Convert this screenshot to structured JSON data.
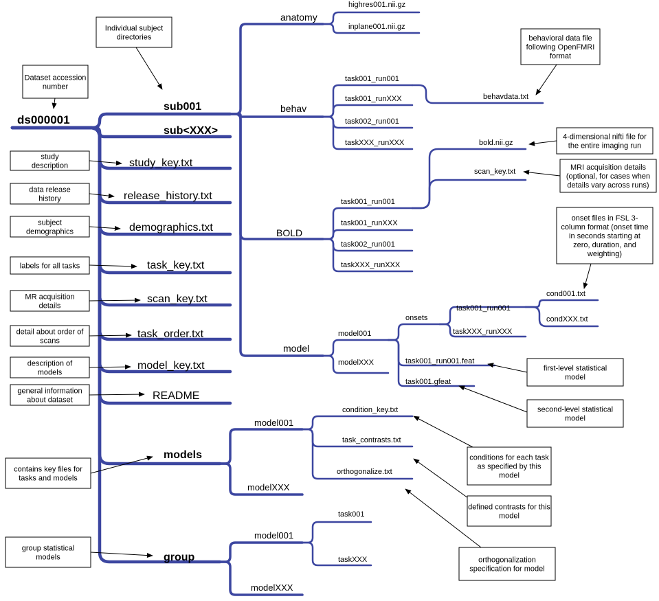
{
  "nodes": {
    "root": "ds000001",
    "sub001": "sub001",
    "subxxx": "sub<XXX>",
    "study_key": "study_key.txt",
    "release_history": "release_history.txt",
    "demographics": "demographics.txt",
    "task_key": "task_key.txt",
    "scan_key": "scan_key.txt",
    "task_order": "task_order.txt",
    "model_key": "model_key.txt",
    "readme": "README",
    "models": "models",
    "group": "group",
    "anatomy": "anatomy",
    "highres": "highres001.nii.gz",
    "inplane": "inplane001.nii.gz",
    "behav": "behav",
    "behav_t1r1": "task001_run001",
    "behav_t1rx": "task001_runXXX",
    "behav_t2r1": "task002_run001",
    "behav_txrx": "taskXXX_runXXX",
    "behavdata": "behavdata.txt",
    "bold": "BOLD",
    "bold_t1r1": "task001_run001",
    "bold_t1rx": "task001_runXXX",
    "bold_t2r1": "task002_run001",
    "bold_txrx": "taskXXX_runXXX",
    "bold_nii": "bold.nii.gz",
    "bold_scan_key": "scan_key.txt",
    "model": "model",
    "model001": "model001",
    "modelxxx": "modelXXX",
    "onsets": "onsets",
    "onsets_t1r1": "task001_run001",
    "onsets_txrx": "taskXXX_runXXX",
    "cond001": "cond001.txt",
    "condxxx": "condXXX.txt",
    "feat": "task001_run001.feat",
    "gfeat": "task001.gfeat",
    "models_model001": "model001",
    "models_modelxxx": "modelXXX",
    "condition_key": "condition_key.txt",
    "task_contrasts": "task_contrasts.txt",
    "orthogonalize": "orthogonalize.txt",
    "group_model001": "model001",
    "group_modelxxx": "modelXXX",
    "group_task001": "task001",
    "group_taskxxx": "taskXXX"
  },
  "callouts": {
    "individual_subjects": [
      "Individual subject",
      "directories"
    ],
    "accession": [
      "Dataset accession",
      "number"
    ],
    "study_desc": [
      "study",
      "description"
    ],
    "release_hist": [
      "data release",
      "history"
    ],
    "subject_demo": [
      "subject",
      "demographics"
    ],
    "labels_tasks": [
      "labels for all tasks"
    ],
    "mr_acq": [
      "MR acquisition",
      "details"
    ],
    "order_scans": [
      "detail about order of",
      "scans"
    ],
    "desc_models": [
      "description of",
      "models"
    ],
    "general_info": [
      "general information",
      "about dataset"
    ],
    "key_files": [
      "contains key files for",
      "tasks and models"
    ],
    "group_stats": [
      "group statistical",
      "models"
    ],
    "behav_file": [
      "behavioral data file",
      "following OpenFMRI",
      "format"
    ],
    "nifti_4d": [
      "4-dimensional nifti file for",
      "the entire imaging run"
    ],
    "mri_acq": [
      "MRI acquisition details",
      "(optional, for cases when",
      "details vary across runs)"
    ],
    "onset_files": [
      "onset files in FSL 3-",
      "column format (onset time",
      "in seconds starting at",
      "zero, duration, and",
      "weighting)"
    ],
    "first_level": [
      "first-level statistical",
      "model"
    ],
    "second_level": [
      "second-level statistical",
      "model"
    ],
    "conditions": [
      "conditions for each task",
      "as specified by this",
      "model"
    ],
    "contrasts": [
      "defined contrasts for this",
      "model"
    ],
    "orthog": [
      "orthogonalization",
      "specification for model"
    ]
  },
  "colors": {
    "tree": "#3c46a0",
    "box_border": "#000000",
    "text": "#000000"
  }
}
